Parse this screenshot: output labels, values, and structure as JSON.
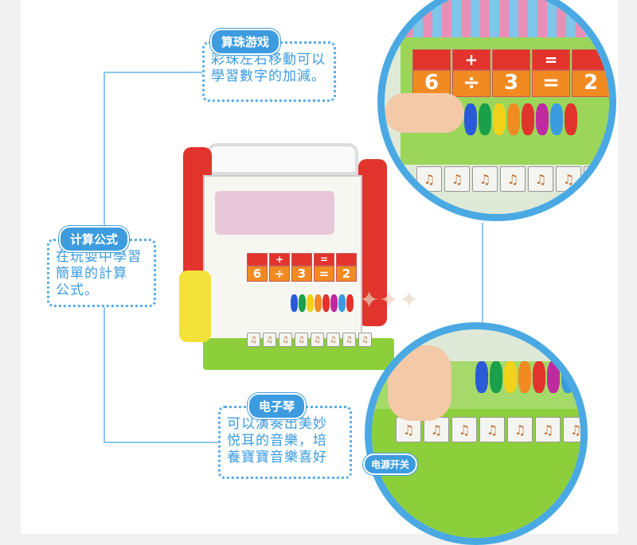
{
  "callouts": {
    "abacus": {
      "title": "算珠游戏",
      "lines": [
        "彩珠左右移動可以",
        "學習數字的加減。"
      ]
    },
    "formula": {
      "title": "计算公式",
      "lines": [
        "在玩耍中學習",
        "簡單的計算",
        "公式。"
      ]
    },
    "piano": {
      "title": "电子琴",
      "lines": [
        "可以演奏出美妙",
        "悦耳的音樂，培",
        "養寶寶音樂喜好"
      ]
    }
  },
  "power_label": "电源开关",
  "toy": {
    "math_top": [
      "",
      "+",
      "",
      "=",
      ""
    ],
    "math_bottom": [
      "6",
      "÷",
      "3",
      "=",
      "2"
    ],
    "bead_colors": [
      "#2a5bd6",
      "#1aa04a",
      "#f3d21a",
      "#f28a22",
      "#e2342c",
      "#c02aa0",
      "#3a9be0",
      "#e2342c"
    ],
    "key_glyph": "♫"
  },
  "colors": {
    "accent": "#3d9ce0",
    "circle": "#4aa9e3"
  }
}
